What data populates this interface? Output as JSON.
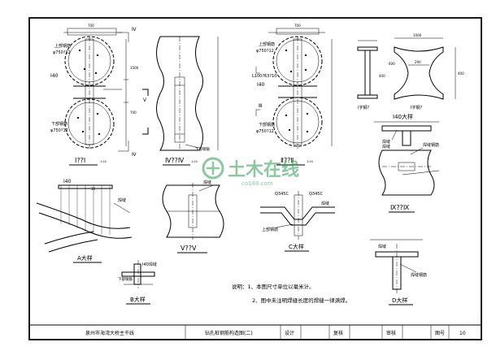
{
  "watermark": {
    "main": "土木在线",
    "sub": "co188.com",
    "color": "#2e9c52"
  },
  "views": {
    "v1": {
      "title": "Ⅰ??Ⅰ",
      "scale": "1:20",
      "top_rebar": "上部钢筋",
      "top_spec": "φ750?12",
      "bot_rebar": "下部钢筋",
      "bot_spec": "φ750?12",
      "beam": "Ⅰ40",
      "dim": "700",
      "side_a": "1500",
      "side_b": "700",
      "mark_top": "Ⅳ",
      "mark_bot": "Ⅳ"
    },
    "v2": {
      "title": "Ⅳ??Ⅳ",
      "scale": "1:20",
      "label": "下部钢筋",
      "mark": "Ⅴ"
    },
    "v3": {
      "title": "Ⅱ??Ⅱ",
      "scale": "1:20",
      "top_rebar": "上部钢筋",
      "top_spec": "φ750?12",
      "mid_spec": "L100?63?10",
      "bot_rebar": "下部钢筋",
      "bot_spec": "φ750?12",
      "beam": "Ⅰ40",
      "dim": "700",
      "mark": "Ⅲ"
    },
    "v4": {
      "title": "Ⅰ字钢?",
      "dim": "400"
    },
    "v5": {
      "title": "Ⅰ字钢?",
      "dim_top": "1000",
      "dim_left": "600",
      "dim_mid": "290",
      "dim_right": "400"
    },
    "v6": {
      "title": "Ⅰ40大样",
      "label": "焊缝"
    },
    "v7": {
      "title": "A大样",
      "beam": "Ⅰ40",
      "weld": "焊缝",
      "dim": "10"
    },
    "v8": {
      "title": "Ⅴ??Ⅴ",
      "label": "焊缝"
    },
    "v9": {
      "title": "C大样",
      "rebar_a": "Q345C",
      "rebar_b": "Q345C",
      "weld": "焊缝",
      "label": "上部钢筋"
    },
    "v10": {
      "title": "Ⅸ??Ⅸ",
      "weld": "焊缝",
      "label": "焊缝钢筋"
    },
    "v11": {
      "title": "B大样",
      "label": "Ⅰ40焊缝",
      "weld": "下部钢筋"
    },
    "v12": {
      "title": "D大样",
      "label": "焊缝",
      "weld": "焊缝钢筋"
    }
  },
  "notes": {
    "line1": "说明：1、本图尺寸单位以毫米计。",
    "line2": "2、图中未注明焊缝长度的焊缝一律满焊。"
  },
  "title_block": {
    "project": "泉州市海湾大桥主干线",
    "drawing": "钻孔桩钢筋构造图(二)",
    "design_label": "设计",
    "check_label": "复核",
    "review_label": "审核",
    "sheet_label": "图号",
    "sheet_no": "10"
  }
}
